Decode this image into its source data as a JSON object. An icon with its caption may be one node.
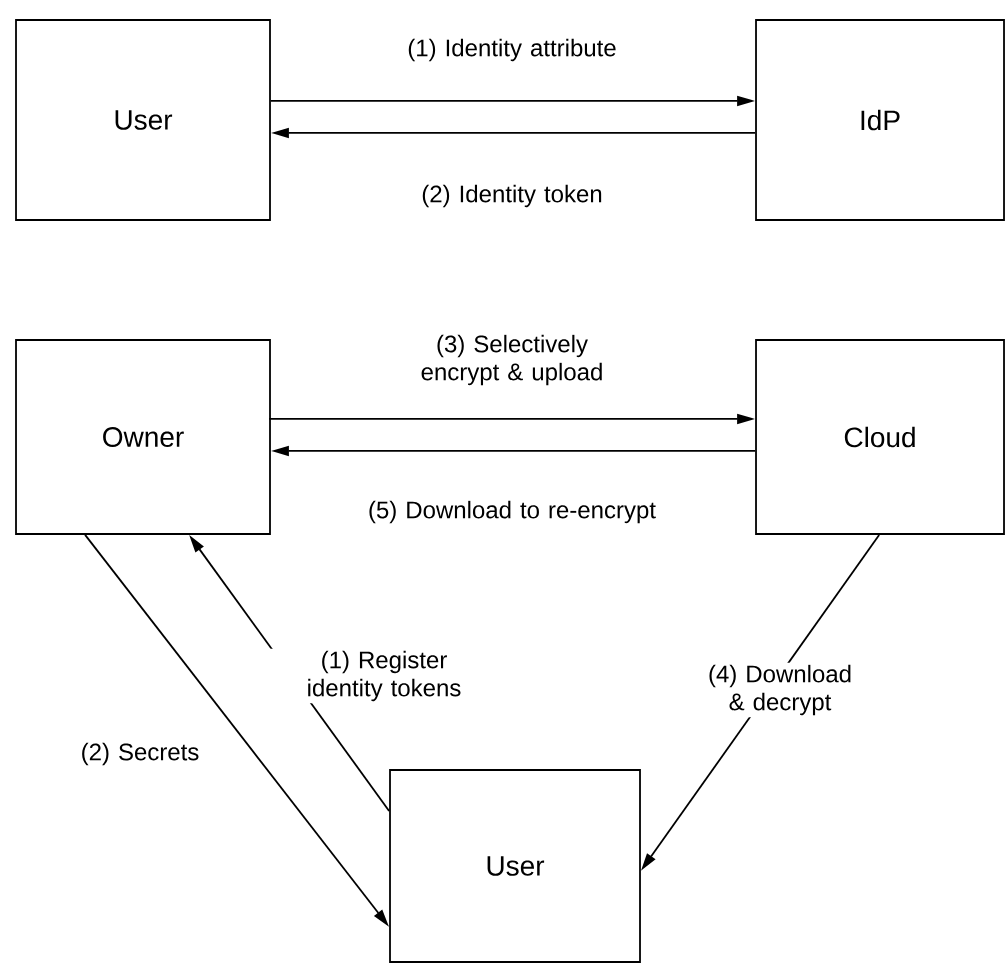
{
  "diagram": {
    "nodes": [
      {
        "text": [
          "User"
        ]
      },
      {
        "text": [
          "IdP"
        ]
      },
      {
        "text": [
          "Owner"
        ]
      },
      {
        "text": [
          "Cloud"
        ]
      },
      {
        "text": [
          "User"
        ]
      }
    ],
    "edges": [
      {
        "from": 0,
        "to": 1,
        "arrow": "to",
        "label": "(1) Identity attribute"
      },
      {
        "from": 1,
        "to": 0,
        "arrow": "to",
        "label": "(2) Identity token"
      },
      {
        "from": 2,
        "to": 3,
        "arrow": "to",
        "label": "(3) Selectively encrypt & upload"
      },
      {
        "from": 3,
        "to": 2,
        "arrow": "to",
        "label": "(5) Download to re-encrypt"
      },
      {
        "from": 2,
        "to": 4,
        "arrow": "to",
        "label": "(2) Secrets"
      },
      {
        "from": 4,
        "to": 2,
        "arrow": "to",
        "label": "(1) Register identity tokens"
      },
      {
        "from": 3,
        "to": 4,
        "arrow": "to",
        "label": "(4) Download & decrypt"
      }
    ]
  }
}
